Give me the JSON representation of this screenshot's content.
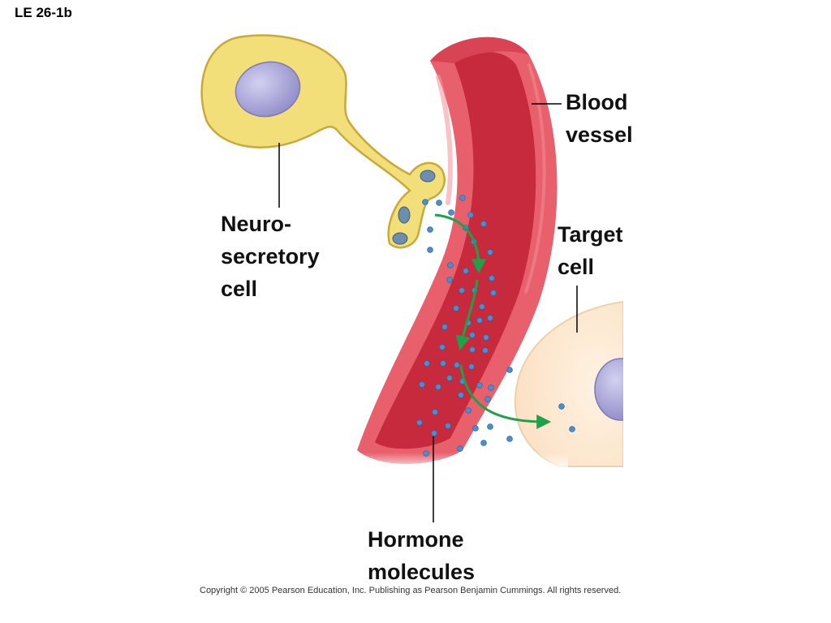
{
  "figure_id": "LE 26-1b",
  "labels": {
    "blood_vessel": [
      "Blood",
      "vessel"
    ],
    "neurosecretory_cell": [
      "Neuro-",
      "secretory",
      "cell"
    ],
    "target_cell": [
      "Target",
      "cell"
    ],
    "hormone_molecules": [
      "Hormone",
      "molecules"
    ]
  },
  "copyright": "Copyright ©  2005 Pearson Education, Inc. Publishing as Pearson Benjamin Cummings. All rights reserved.",
  "colors": {
    "vessel_wall": "#e8606c",
    "vessel_lumen": "#c7293d",
    "vessel_highlight": "#f08890",
    "neuron_body": "#f3df7a",
    "neuron_outline": "#c9a93a",
    "nucleus": "#a9a6d8",
    "target_cell": "#fbe3c8",
    "target_outline": "#e5c49e",
    "hormone": "#4a8fd0",
    "arrow": "#1ea14a",
    "leader_line": "#000000"
  }
}
